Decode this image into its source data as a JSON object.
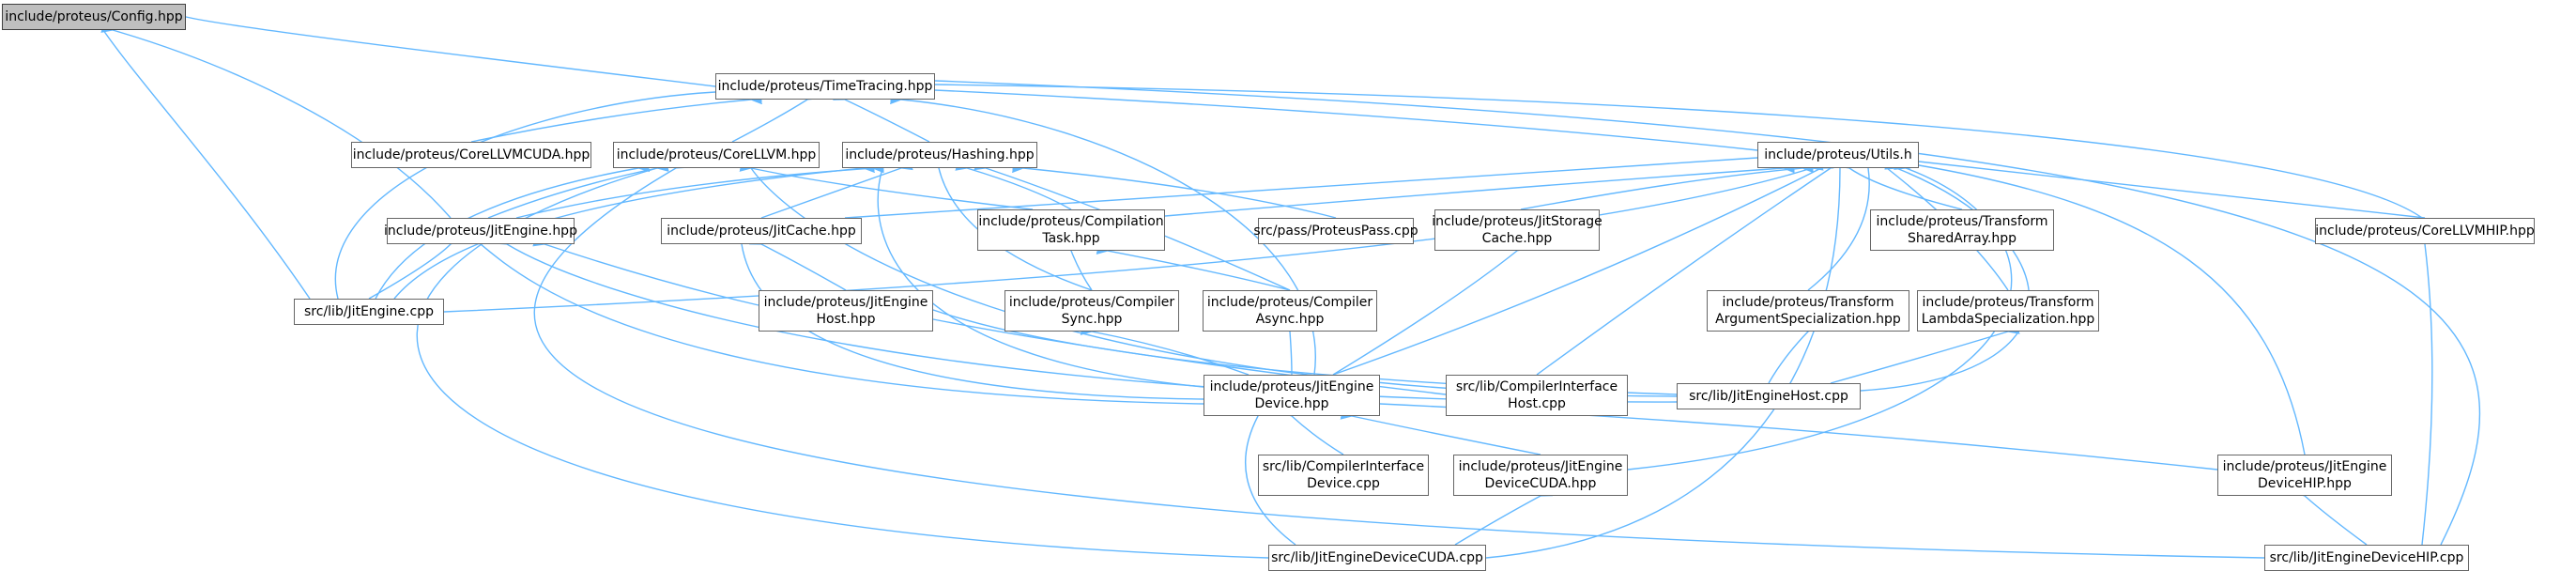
{
  "graph": {
    "edge_color": "#63b8ff",
    "root_fill": "#bfbfbf",
    "node_border": "#666666",
    "nodes": {
      "config": "include/proteus/Config.hpp",
      "timetracing": "include/proteus/TimeTracing.hpp",
      "corellvmcuda": "include/proteus/CoreLLVMCUDA.hpp",
      "corellvm": "include/proteus/CoreLLVM.hpp",
      "hashing": "include/proteus/Hashing.hpp",
      "utils": "include/proteus/Utils.h",
      "jitengine": "include/proteus/JitEngine.hpp",
      "jitcache": "include/proteus/JitCache.hpp",
      "compilationtask": "include/proteus/Compilation\nTask.hpp",
      "proteuspass": "src/pass/ProteusPass.cpp",
      "jitstoragecache": "include/proteus/JitStorage\nCache.hpp",
      "transformshared": "include/proteus/Transform\nSharedArray.hpp",
      "corellvmhip": "include/proteus/CoreLLVMHIP.hpp",
      "jitenginecpp": "src/lib/JitEngine.cpp",
      "jitenginehost": "include/proteus/JitEngine\nHost.hpp",
      "compilersync": "include/proteus/Compiler\nSync.hpp",
      "compilerasync": "include/proteus/Compiler\nAsync.hpp",
      "transformarg": "include/proteus/Transform\nArgumentSpecialization.hpp",
      "transformlambda": "include/proteus/Transform\nLambdaSpecialization.hpp",
      "jitenginedevice": "include/proteus/JitEngine\nDevice.hpp",
      "compilerinterfacehost": "src/lib/CompilerInterface\nHost.cpp",
      "jitenginehostcpp": "src/lib/JitEngineHost.cpp",
      "compilerinterfacedevice": "src/lib/CompilerInterface\nDevice.cpp",
      "jitenginedevicecudahpp": "include/proteus/JitEngine\nDeviceCUDA.hpp",
      "jitenginedevicehiphpp": "include/proteus/JitEngine\nDeviceHIP.hpp",
      "jitenginedevicecudacpp": "src/lib/JitEngineDeviceCUDA.cpp",
      "jitenginedevicehipcpp": "src/lib/JitEngineDeviceHIP.cpp"
    }
  }
}
